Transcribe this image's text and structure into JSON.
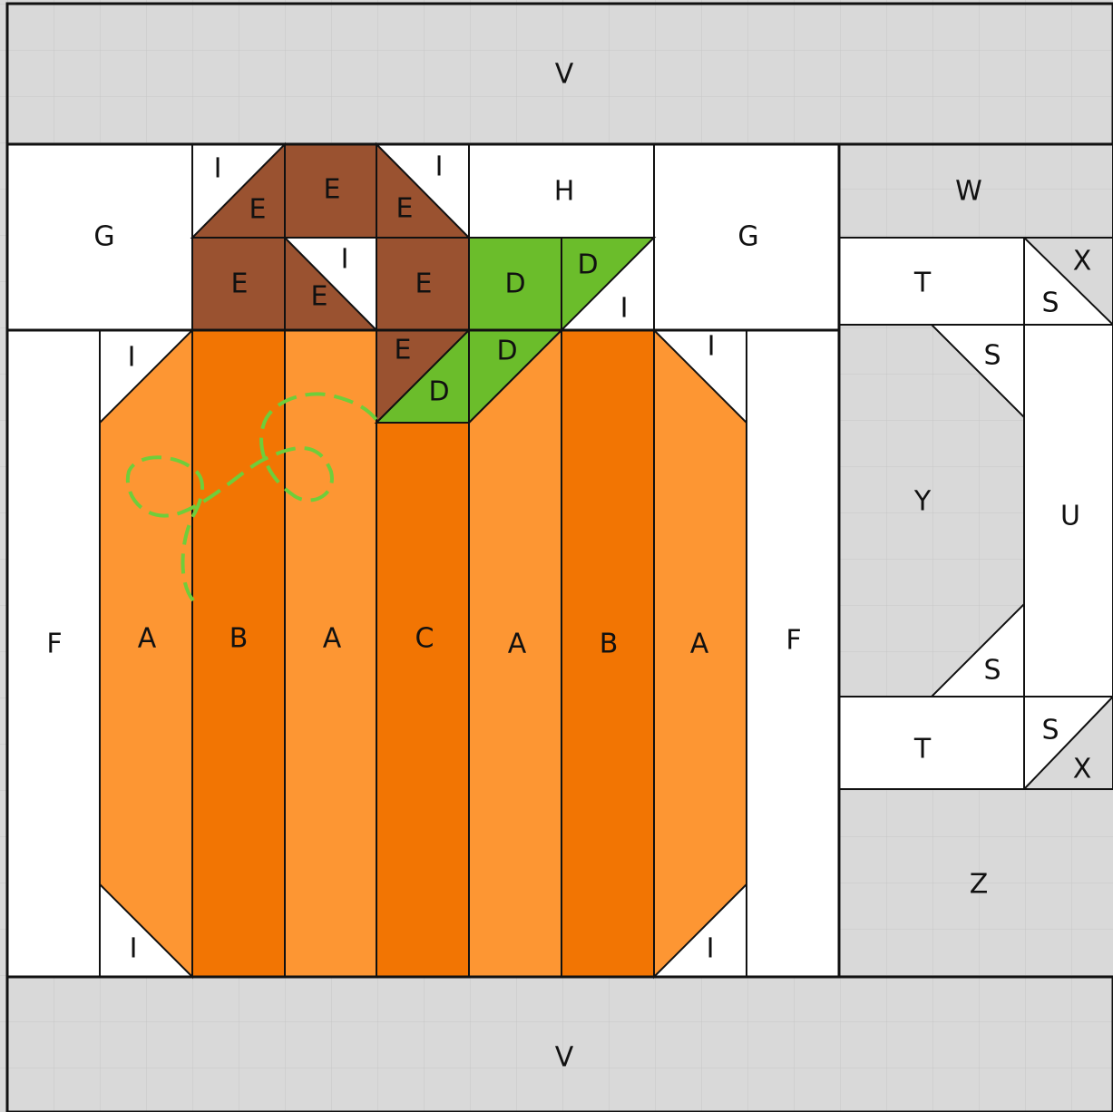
{
  "colors": {
    "background_gray": "#d9d9d9",
    "grid_line": "#c4c4c4",
    "white": "#ffffff",
    "outline": "#111111",
    "orange_light": "#fd9633",
    "orange_dark": "#f27503",
    "brown": "#9a5230",
    "green": "#6bbd2b",
    "vine_green": "#6fce3a"
  },
  "labels": {
    "v_top": "V",
    "v_bottom": "V",
    "g_left": "G",
    "g_right": "G",
    "h": "H",
    "w": "W",
    "t_top": "T",
    "t_bottom": "T",
    "x_top": "X",
    "x_bottom": "X",
    "s_top_corner": "S",
    "s_upper": "S",
    "s_lower": "S",
    "s_bottom_corner": "S",
    "y": "Y",
    "u": "U",
    "z": "Z",
    "f_left": "F",
    "f_right": "F",
    "a1": "A",
    "b1": "B",
    "a2": "A",
    "c": "C",
    "a3": "A",
    "b2": "B",
    "a4": "A",
    "i_stem_left": "I",
    "i_stem_right": "I",
    "i_stem_mid": "I",
    "i_leaf": "I",
    "i_top_left": "I",
    "i_top_right": "I",
    "i_bottom_left": "I",
    "i_bottom_right": "I",
    "e_tl": "E",
    "e_top": "E",
    "e_tr": "E",
    "e_left": "E",
    "e_mid": "E",
    "e_right": "E",
    "e_low": "E",
    "d_leaf_left": "D",
    "d_leaf_right": "D",
    "d_low_right": "D",
    "d_low_left": "D"
  }
}
